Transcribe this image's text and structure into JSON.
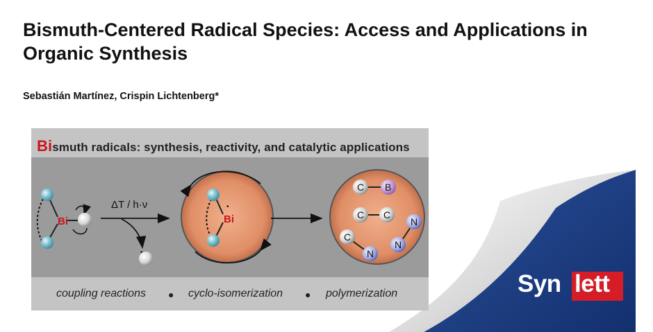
{
  "title": "Bismuth-Centered Radical Species: Access and Applications in Organic Synthesis",
  "authors": "Sebastián Martínez, Crispin Lichtenberg*",
  "graphic": {
    "header_symbol": "Bi",
    "header_rest": "smuth radicals: synthesis, reactivity, and catalytic applications",
    "arrow_label": "ΔT / h·ν",
    "bi_label": "Bi",
    "radical_dot": "•",
    "bonds": [
      {
        "a": "C",
        "b": "B"
      },
      {
        "a": "C",
        "b": "C"
      },
      {
        "a": "N",
        "b": "N"
      },
      {
        "a": "C",
        "b": "N"
      }
    ],
    "footer": [
      "coupling reactions",
      "cyclo-isomerization",
      "polymerization"
    ],
    "bullet": "●"
  },
  "logo": {
    "syn": "Syn",
    "lett": "lett"
  },
  "colors": {
    "bismuth_red": "#c8161d",
    "journal_blue": "#1a3a7a",
    "logo_red": "#d51d27",
    "sphere": "#e8a07a"
  }
}
